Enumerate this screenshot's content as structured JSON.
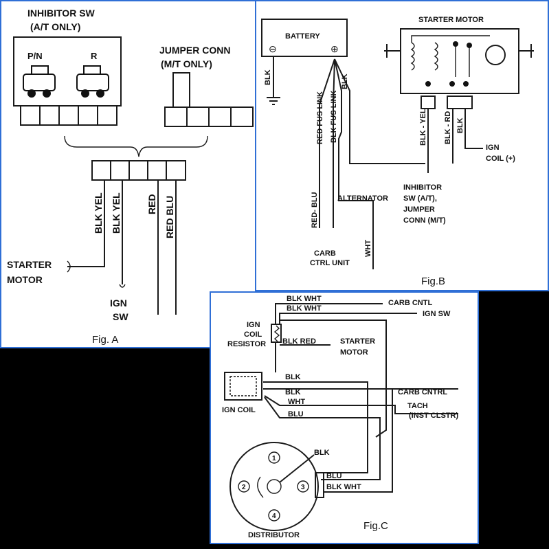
{
  "figA": {
    "title_line1": "INHIBITOR SW",
    "title_line2": "(A/T ONLY)",
    "pn": "P/N",
    "r": "R",
    "jumper_line1": "JUMPER CONN",
    "jumper_line2": "(M/T ONLY)",
    "wire1": "BLK YEL",
    "wire2": "BLK YEL",
    "wire3": "RED",
    "wire4": "RED BLU",
    "starter_line1": "STARTER",
    "starter_line2": "MOTOR",
    "ign_line1": "IGN",
    "ign_line2": "SW",
    "caption": "Fig. A"
  },
  "figB": {
    "battery": "BATTERY",
    "neg": "⊖",
    "pos": "⊕",
    "starter_motor": "STARTER MOTOR",
    "blk": "BLK",
    "red_fus": "RED FUS LINK",
    "blk_fus": "BLK FUS LINK",
    "blk2": "BLK",
    "blk_yel": "BLK - YEL",
    "blk_rd": "BLK - RD",
    "blk3": "BLK",
    "ign_coil_line1": "IGN",
    "ign_coil_line2": "COIL (+)",
    "inh_line1": "INHIBITOR",
    "inh_line2": "SW (A/T),",
    "inh_line3": "JUMPER",
    "inh_line4": "CONN (M/T)",
    "alternator": "ALTERNATOR",
    "red_blu": "RED- BLU",
    "wht": "WHT",
    "carb_line1": "CARB",
    "carb_line2": "CTRL UNIT",
    "caption": "Fig.B"
  },
  "figC": {
    "blk_wht1": "BLK WHT",
    "carb_cntl": "CARB CNTL",
    "blk_wht2": "BLK WHT",
    "ign_sw": "IGN SW",
    "ign_coil_res_1": "IGN",
    "ign_coil_res_2": "COIL",
    "ign_coil_res_3": "RESISTOR",
    "blk_red": "BLK  RED",
    "starter_1": "STARTER",
    "starter_2": "MOTOR",
    "blk_a": "BLK",
    "blk_b": "BLK",
    "carb_cntrl": "CARB CNTRL",
    "wht": "WHT",
    "tach_1": "TACH",
    "tach_2": "(INST CLSTR)",
    "blu": "BLU",
    "ign_coil": "IGN COIL",
    "blk_c": "BLK",
    "blu2": "BLU",
    "blk_wht3": "BLK  WHT",
    "n1": "1",
    "n2": "2",
    "n3": "3",
    "n4": "4",
    "distributor": "DISTRIBUTOR",
    "caption": "Fig.C"
  }
}
